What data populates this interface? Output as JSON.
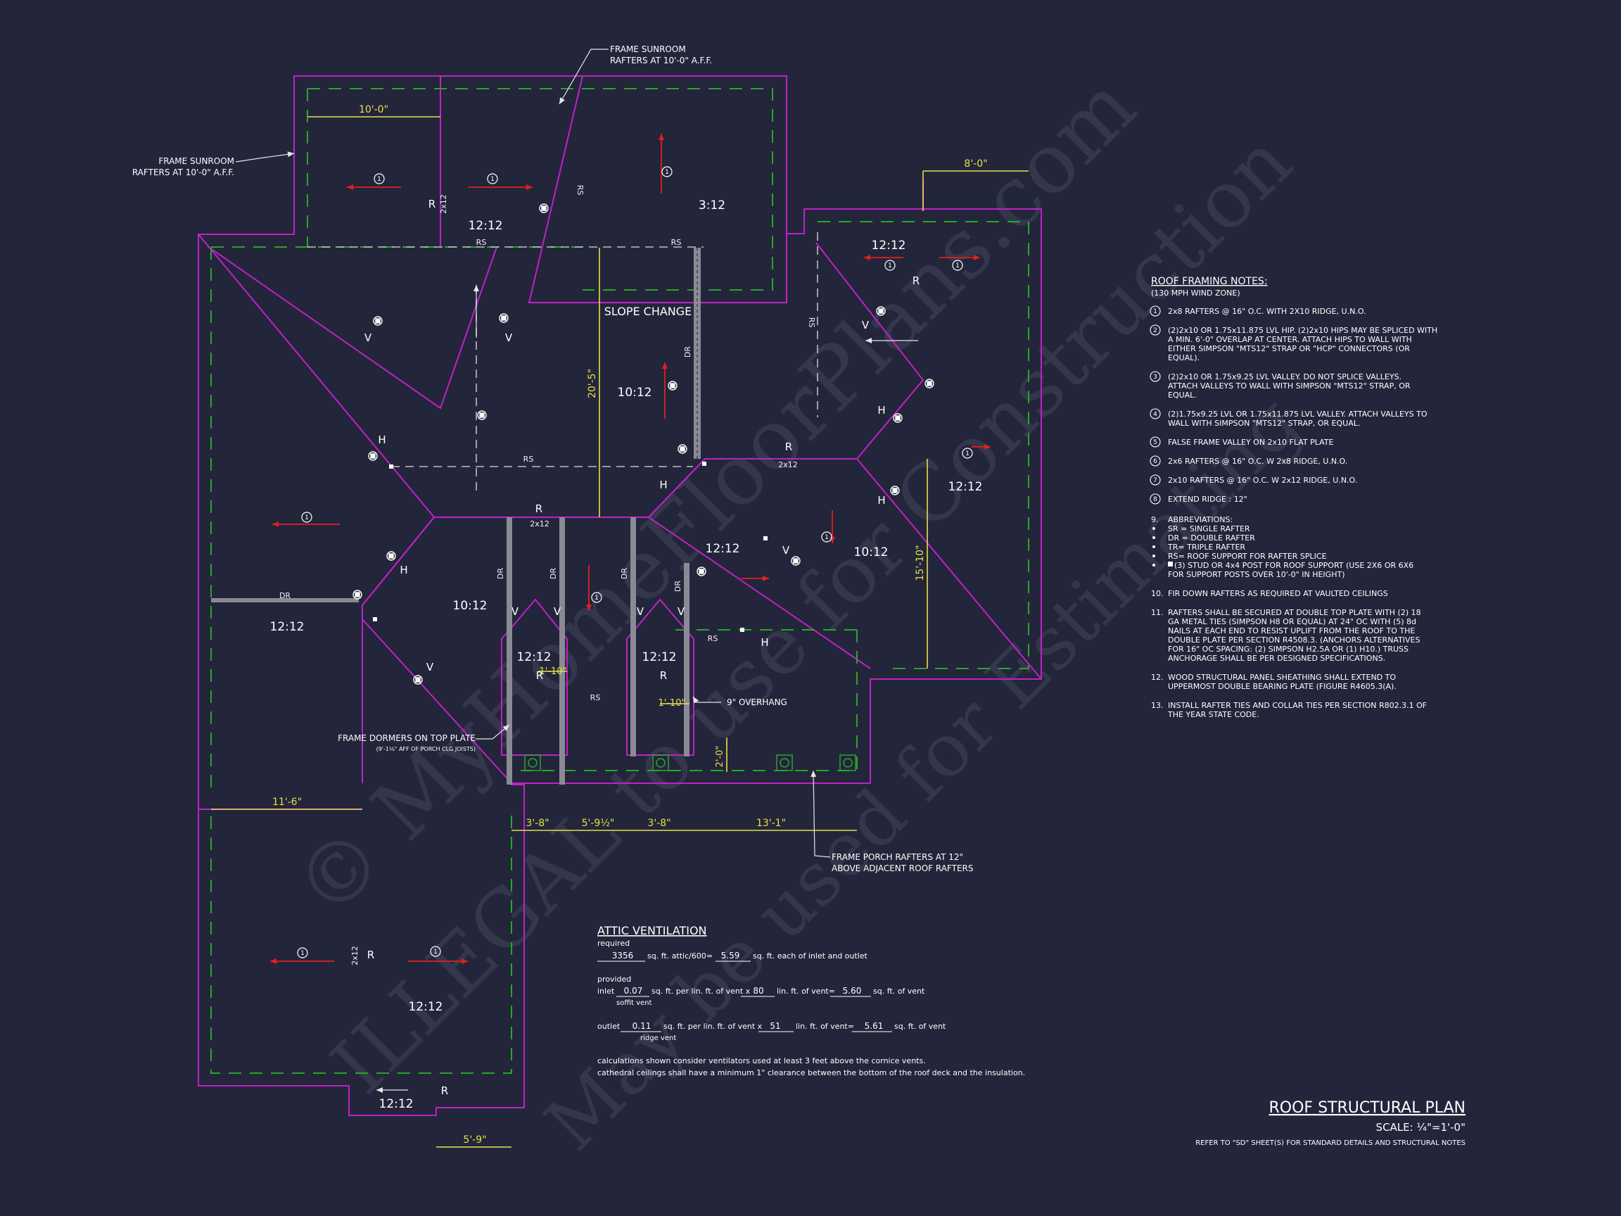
{
  "watermark": {
    "line1": "© MyHomeFloorPlans.com",
    "line2": "ILLEGAL to use for Construction",
    "line3": "May be used for Estimating"
  },
  "callouts": {
    "sunroom_top": [
      "FRAME SUNROOM",
      "RAFTERS AT 10'-0\" A.F.F."
    ],
    "sunroom_left": [
      "FRAME SUNROOM",
      "RAFTERS AT 10'-0\" A.F.F."
    ],
    "slope_change": "SLOPE CHANGE",
    "dormers": [
      "FRAME DORMERS ON TOP PLATE",
      "(9'-1⅛\" AFF OF PORCH CLG JOISTS)"
    ],
    "overhang": "9\" OVERHANG",
    "porch": [
      "FRAME PORCH RAFTERS AT 12\"",
      "ABOVE ADJACENT ROOF RAFTERS"
    ]
  },
  "pitches": {
    "p1": "12:12",
    "p2": "3:12",
    "p3": "12:12",
    "p4": "10:12",
    "p5": "12:12",
    "p6": "10:12",
    "p7": "10:12",
    "p8": "12:12",
    "p9": "12:12",
    "p10": "12:12",
    "p11": "12:12",
    "p12": "12:12",
    "p13": "12:12"
  },
  "dimensions": {
    "d1": "10'-0\"",
    "d2": "8'-0\"",
    "d3": "20'-5\"",
    "d4": "15'-10\"",
    "d5": "11'-6\"",
    "d6": "3'-8\"",
    "d7": "5'-9½\"",
    "d8": "3'-8\"",
    "d9": "13'-1\"",
    "d10": "5'-9\"",
    "d11": "2'-0\"",
    "d12": "1'-10\"",
    "d13": "1'-10\""
  },
  "marks": {
    "R": "R",
    "H": "H",
    "V": "V",
    "RS": "RS",
    "DR": "DR",
    "board2x12": "2x12",
    "one": "1"
  },
  "notes": {
    "title": "ROOF FRAMING NOTES:",
    "subtitle": "(130 MPH WIND ZONE)",
    "items": [
      {
        "num": "1",
        "lines": [
          "2x8 RAFTERS @ 16\" O.C. WITH 2X10 RIDGE, U.N.O."
        ]
      },
      {
        "num": "2",
        "lines": [
          "(2)2x10 OR 1.75x11.875 LVL HIP.  (2)2x10 HIPS MAY BE SPLICED WITH",
          "A MIN. 6'-0\" OVERLAP AT CENTER. ATTACH HIPS TO WALL WITH",
          "EITHER SIMPSON \"MTS12\" STRAP OR \"HCP\" CONNECTORS (OR",
          "EQUAL)."
        ]
      },
      {
        "num": "3",
        "lines": [
          "(2)2x10 OR 1.75x9.25 LVL VALLEY.  DO NOT SPLICE VALLEYS.",
          "ATTACH VALLEYS TO WALL WITH  SIMPSON \"MTS12\" STRAP, OR",
          "EQUAL."
        ]
      },
      {
        "num": "4",
        "lines": [
          "(2)1.75x9.25 LVL OR 1.75x11.875 LVL VALLEY.  ATTACH VALLEYS TO",
          "WALL WITH SIMPSON \"MTS12\" STRAP, OR EQUAL."
        ]
      },
      {
        "num": "5",
        "lines": [
          "FALSE FRAME VALLEY ON 2x10 FLAT PLATE"
        ]
      },
      {
        "num": "6",
        "lines": [
          "2x6 RAFTERS @ 16\" O.C. W 2x8 RIDGE, U.N.O."
        ]
      },
      {
        "num": "7",
        "lines": [
          "2x10 RAFTERS @ 16\" O.C. W 2x12 RIDGE, U.N.O."
        ]
      },
      {
        "num": "8",
        "lines": [
          "EXTEND RIDGE : 12\""
        ]
      }
    ],
    "abbr_num": "9.",
    "abbr_title": "ABBREVIATIONS:",
    "abbr": [
      "SR = SINGLE RAFTER",
      "DR = DOUBLE RAFTER",
      "TR= TRIPLE RAFTER",
      "RS= ROOF SUPPORT FOR RAFTER SPLICE",
      "(3) STUD OR 4x4 POST FOR ROOF SUPPORT (USE 2X6 OR 6X6",
      "FOR SUPPORT POSTS OVER 10'-0\" IN HEIGHT)"
    ],
    "plain": [
      {
        "num": "10.",
        "lines": [
          "FIR DOWN RAFTERS AS REQUIRED AT VAULTED CEILINGS"
        ]
      },
      {
        "num": "11.",
        "lines": [
          "RAFTERS SHALL BE SECURED AT DOUBLE TOP PLATE WITH (2) 18",
          "GA METAL TIES (SIMPSON H8 OR EQUAL) AT 24\" OC WITH (5) 8d",
          "NAILS AT EACH END TO RESIST UPLIFT FROM THE ROOF TO THE",
          "DOUBLE PLATE PER SECTION R4508.3. (ANCHORS ALTERNATIVES",
          "FOR 16\" OC SPACING: (2) SIMPSON H2.5A OR (1) H10.) TRUSS",
          "ANCHORAGE SHALL BE PER DESIGNED SPECIFICATIONS."
        ]
      },
      {
        "num": "12.",
        "lines": [
          "WOOD STRUCTURAL PANEL SHEATHING SHALL EXTEND TO",
          "UPPERMOST DOUBLE BEARING PLATE (FIGURE R4605.3(A)."
        ]
      },
      {
        "num": "13.",
        "lines": [
          "INSTALL RAFTER TIES AND COLLAR TIES PER SECTION R802.3.1 OF",
          "THE YEAR STATE CODE."
        ]
      }
    ]
  },
  "attic": {
    "title": "ATTIC  VENTILATION",
    "required_label": "required",
    "req_sqft": "3356",
    "req_mid": "sq. ft. attic/600=",
    "req_each": "5.59",
    "req_tail": "sq. ft. each of inlet and outlet",
    "provided_label": "provided",
    "inlet_label": "inlet",
    "inlet_val": "0.07",
    "per_lin": "sq. ft. per lin. ft. of vent x",
    "inlet_len": "80",
    "lin_vent": "lin. ft. of vent=",
    "inlet_total": "5.60",
    "sqft_vent": "sq. ft. of vent",
    "soffit": "soffit vent",
    "outlet_label": "outlet",
    "outlet_val": "0.11",
    "outlet_len": "51",
    "outlet_total": "5.61",
    "ridge": "ridge vent",
    "note1": "calculations shown consider ventilators used at least 3 feet above the cornice vents.",
    "note2": "cathedral ceilings shall have a minimum 1\" clearance between the bottom of the roof deck and the insulation."
  },
  "titleblock": {
    "title": "ROOF STRUCTURAL PLAN",
    "scale": "SCALE: ¼\"=1'-0\"",
    "ref": "REFER TO \"SD\" SHEET(S) FOR STANDARD DETAILS AND STRUCTURAL NOTES"
  },
  "colors": {
    "background": "#23253a",
    "roof_line": "#c020c8",
    "wall_line": "#2aa52a",
    "dimension": "#e8e04a",
    "arrow": "#e02020"
  }
}
